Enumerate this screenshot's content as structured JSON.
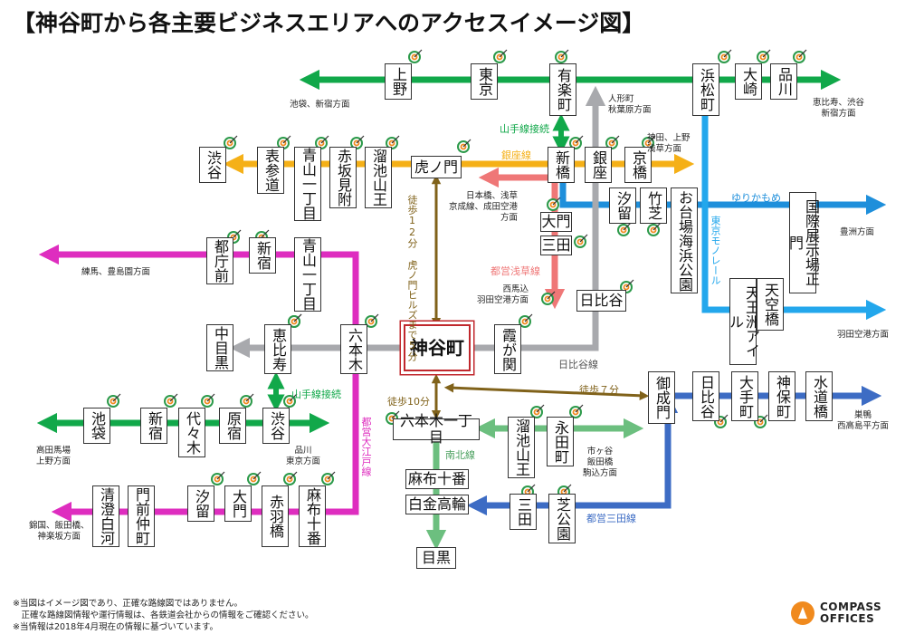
{
  "title": "【神谷町から各主要ビジネスエリアへのアクセスイメージ図】",
  "colors": {
    "yamanote": "#11a84a",
    "ginza": "#f5b017",
    "hibiya": "#a8a9ad",
    "asakusa": "#ef7777",
    "yurikamome": "#1e8fdb",
    "monorail": "#23a7ec",
    "oedo": "#de2dbf",
    "namboku": "#6cbf7f",
    "mita": "#3d6cc4",
    "walk": "#80621a",
    "accent_box": "#c0282d"
  },
  "stations": {
    "ueno": "上野",
    "tokyo": "東京",
    "yurakucho": "有楽町",
    "hamamatsucho": "浜松町",
    "osaki": "大崎",
    "shinagawa": "品川",
    "shibuya_g": "渋谷",
    "omotesando": "表参道",
    "aoyama_g": "青山一丁目",
    "akasaka": "赤坂見附",
    "tameike_g": "溜池山王",
    "toranomon": "虎ノ門",
    "shinbashi": "新橋",
    "ginza": "銀座",
    "kyobashi": "京橋",
    "shiodome_y": "汐留",
    "takeshiba": "竹芝",
    "odaiba": "お台場海浜公園",
    "kokusai": "国際展示場正門",
    "daimon_a": "大門",
    "mita_a": "三田",
    "tocho": "都庁前",
    "shinjuku_o": "新宿",
    "aoyama_o": "青山一丁目",
    "tennozu": "天王洲アイル",
    "tenku": "天空橋",
    "hibiya": "日比谷",
    "nakameguro": "中目黒",
    "ebisu": "恵比寿",
    "roppongi": "六本木",
    "kamiyacho": "神谷町",
    "kasumigaseki": "霞が関",
    "onarimon": "御成門",
    "hibiya_m": "日比谷",
    "otemachi": "大手町",
    "jimbocho": "神保町",
    "suidobashi": "水道橋",
    "ikebukuro": "池袋",
    "shinjuku_y": "新宿",
    "yoyogi": "代々木",
    "harajuku": "原宿",
    "shibuya_y": "渋谷",
    "roppongi1": "六本木一丁目",
    "tameike_n": "溜池山王",
    "nagatacho": "永田町",
    "azabu": "麻布十番",
    "shirokane": "白金高輪",
    "meguro": "目黒",
    "mita_m": "三田",
    "shibakoen": "芝公園",
    "kiyosumi": "清澄白河",
    "monzen": "門前仲町",
    "shiodome_o": "汐留",
    "daimon_o": "大門",
    "akabanebashi": "赤羽橋",
    "azabu_o": "麻布十番"
  },
  "directions": {
    "ikebukuro_shinjuku": "池袋、新宿方面",
    "ebisu_shibuya": "恵比寿、渋谷\n新宿方面",
    "jinbocho_dir": "人形町\n秋葉原方面",
    "kanda_ueno": "神田、上野\n浅草方面",
    "nihonbashi": "日本橋、浅草\n京成線、成田空港\n方面",
    "toyosu": "豊洲方面",
    "haneda1": "羽田空港方面",
    "nishimagome": "西馬込\n羽田空港方面",
    "nerima": "練馬、豊島園方面",
    "sugamo": "巣鴨\n西高島平方面",
    "takadanobaba": "高田馬場\n上野方面",
    "shinagawa_tokyo": "品川\n東京方面",
    "ichigaya": "市ヶ谷\n飯田橋\n駒込方面",
    "ryogoku": "錦国、飯田橋、\n神楽坂方面"
  },
  "line_labels": {
    "yamanote_transfer1": "山手線接続",
    "ginza": "銀座線",
    "yurikamome": "ゆりかもめ",
    "monorail": "東京モノレール",
    "asakusa": "都営浅草線",
    "hibiya": "日比谷線",
    "walk_toranomon": "徒歩12分\n虎ノ門ヒルズまで5分",
    "walk_roppongi": "徒歩10分",
    "walk_onarimon": "徒歩７分",
    "yamanote_transfer2": "山手線接続",
    "oedo": "都営大江戸線",
    "namboku": "南北線",
    "mita": "都営三田線"
  },
  "notes": [
    "※当図はイメージ図であり、正確な路線図ではありません。",
    "　正確な路線図情報や運行情報は、各鉄道会社からの情報をご確認ください。",
    "※当情報は2018年4月現在の情報に基づいています。"
  ],
  "logo": {
    "line1": "COMPASS",
    "line2": "OFFICES",
    "mark_icon": "compass-logo-icon"
  }
}
